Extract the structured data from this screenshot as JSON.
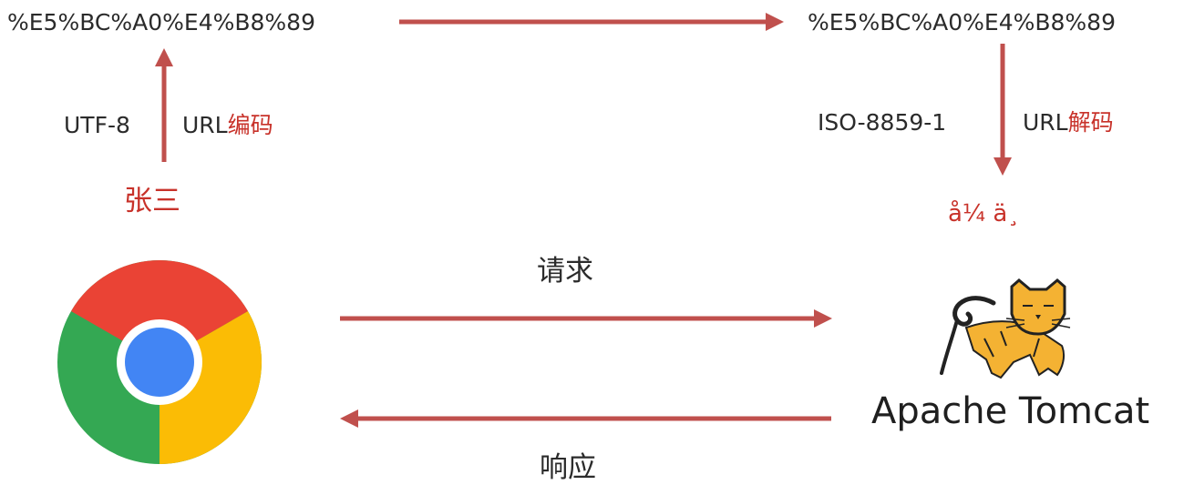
{
  "colors": {
    "arrow": "#c0504d",
    "text": "#2b2b2b",
    "accent_text": "#c8322a"
  },
  "left": {
    "encoded": "%E5%BC%A0%E4%B8%89",
    "charset": "UTF-8",
    "op_prefix": "URL",
    "op_suffix": "编码",
    "original": "张三",
    "browser_icon": "chrome-icon"
  },
  "right": {
    "encoded": "%E5%BC%A0%E4%B8%89",
    "charset": "ISO-8859-1",
    "op_prefix": "URL",
    "op_suffix": "解码",
    "garbled": "å¼ ä¸",
    "server_icon": "tomcat-icon",
    "server_name": "Apache Tomcat"
  },
  "flow": {
    "request": "请求",
    "response": "响应"
  }
}
